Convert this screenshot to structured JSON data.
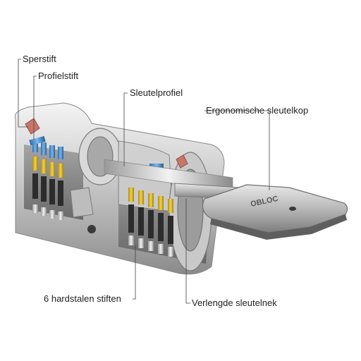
{
  "diagram": {
    "labels": {
      "sperstift": "Sperstift",
      "profielstift": "Profielstift",
      "sleutelprofiel": "Sleutelprofiel",
      "sleutelkop": "Ergonomische sleutelkop",
      "stiften": "6 hardstalen stiften",
      "sleutelnek": "Verlengde sleutelnek"
    },
    "key_stamp": "OBLOC"
  }
}
